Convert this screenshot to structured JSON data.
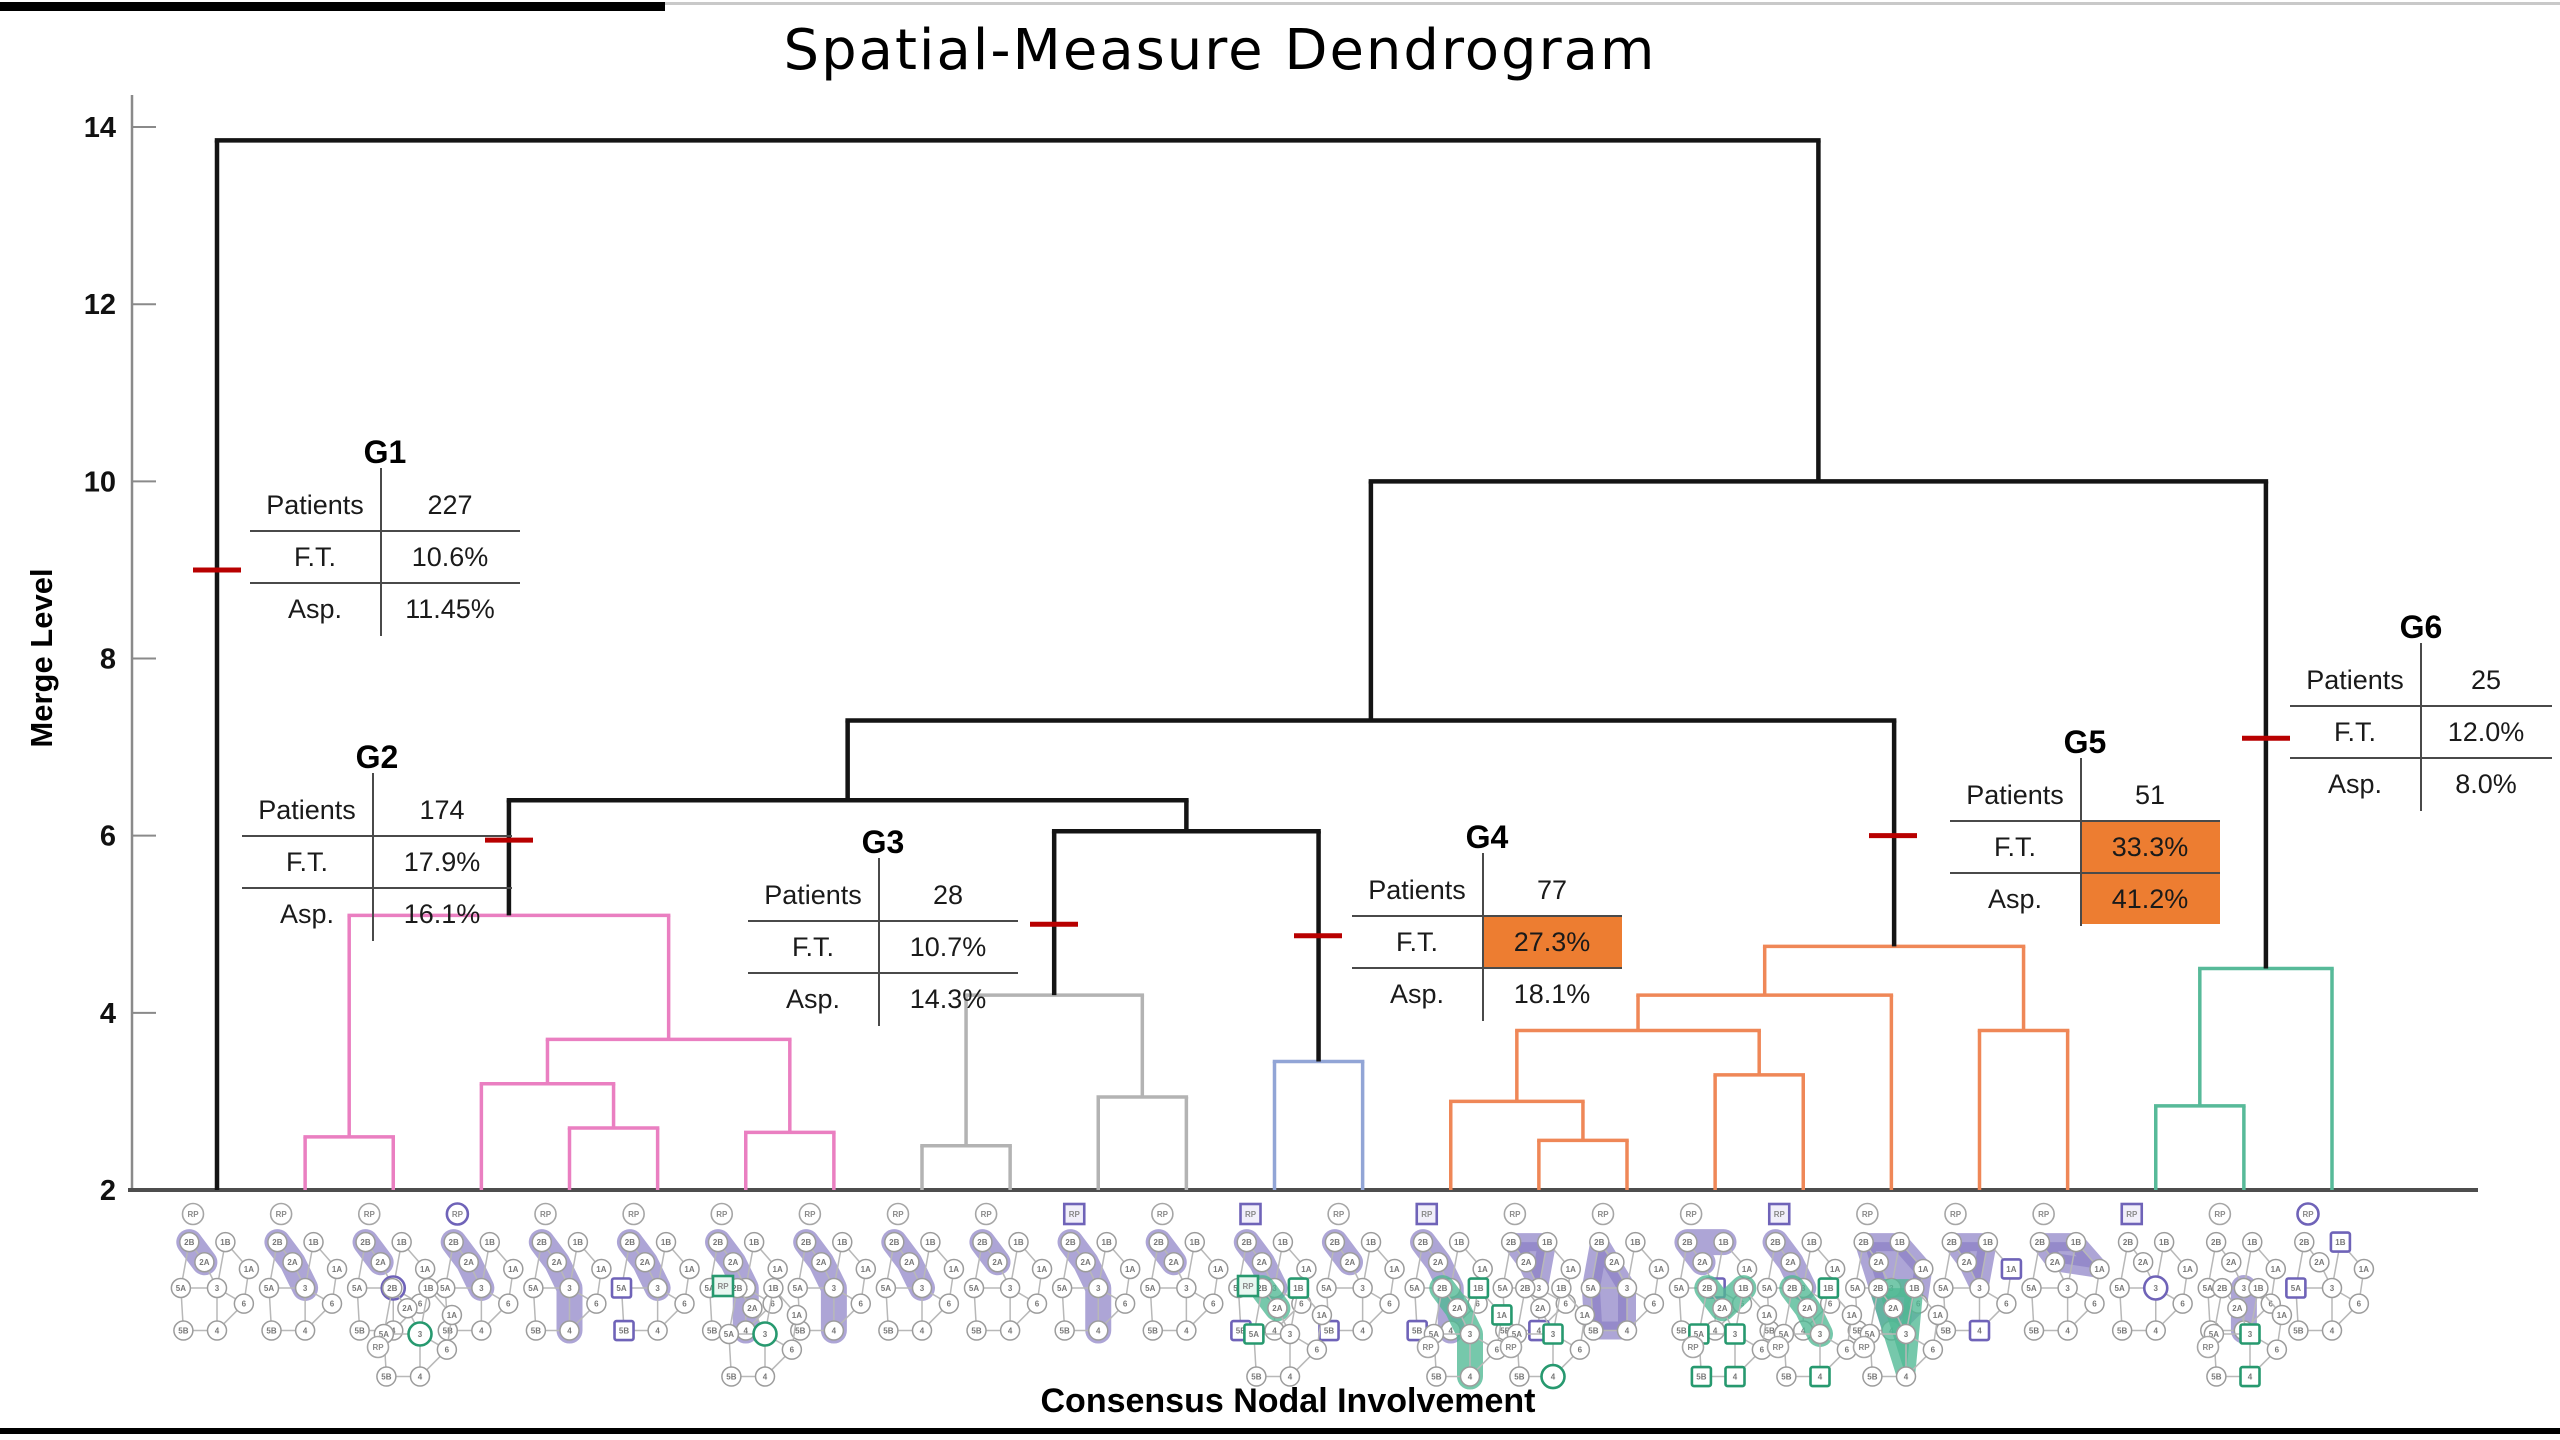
{
  "title": "Spatial-Measure Dendrogram",
  "chart_data": {
    "type": "dendrogram",
    "title": "Spatial-Measure Dendrogram",
    "xlabel": "Consensus Nodal Involvement",
    "ylabel": "Merge Level",
    "ylim": [
      2,
      14.8
    ],
    "yticks": [
      2,
      4,
      6,
      8,
      10,
      12,
      14
    ],
    "leaf_count": 25,
    "grid": false,
    "groups": [
      {
        "title": "G1",
        "cut_level": 9.0,
        "rows": [
          {
            "label": "Patients",
            "value": "227",
            "highlight": false
          },
          {
            "label": "F.T.",
            "value": "10.6%",
            "highlight": false
          },
          {
            "label": "Asp.",
            "value": "11.45%",
            "highlight": false
          }
        ]
      },
      {
        "title": "G2",
        "cut_level": 5.95,
        "rows": [
          {
            "label": "Patients",
            "value": "174",
            "highlight": false
          },
          {
            "label": "F.T.",
            "value": "17.9%",
            "highlight": false
          },
          {
            "label": "Asp.",
            "value": "16.1%",
            "highlight": false
          }
        ]
      },
      {
        "title": "G3",
        "cut_level": 5.0,
        "rows": [
          {
            "label": "Patients",
            "value": "28",
            "highlight": false
          },
          {
            "label": "F.T.",
            "value": "10.7%",
            "highlight": false
          },
          {
            "label": "Asp.",
            "value": "14.3%",
            "highlight": false
          }
        ]
      },
      {
        "title": "G4",
        "cut_level": 4.87,
        "rows": [
          {
            "label": "Patients",
            "value": "77",
            "highlight": false
          },
          {
            "label": "F.T.",
            "value": "27.3%",
            "highlight": true
          },
          {
            "label": "Asp.",
            "value": "18.1%",
            "highlight": false
          }
        ]
      },
      {
        "title": "G5",
        "cut_level": 6.0,
        "rows": [
          {
            "label": "Patients",
            "value": "51",
            "highlight": false
          },
          {
            "label": "F.T.",
            "value": "33.3%",
            "highlight": true
          },
          {
            "label": "Asp.",
            "value": "41.2%",
            "highlight": true
          }
        ]
      },
      {
        "title": "G6",
        "cut_level": 7.1,
        "rows": [
          {
            "label": "Patients",
            "value": "25",
            "highlight": false
          },
          {
            "label": "F.T.",
            "value": "12.0%",
            "highlight": false
          },
          {
            "label": "Asp.",
            "value": "8.0%",
            "highlight": false
          }
        ]
      }
    ],
    "cut_marks": [
      {
        "x": 217,
        "level": 9.0
      },
      {
        "x": 509,
        "level": 5.95
      },
      {
        "x": 1054,
        "level": 5.0
      },
      {
        "x": 1318,
        "level": 4.87
      },
      {
        "x": 1893,
        "level": 6.0
      },
      {
        "x": 2266,
        "level": 7.1
      }
    ],
    "colors": {
      "black": "#141414",
      "pink": "#ea7fc1",
      "gray": "#b3b3b3",
      "blue": "#92a5d6",
      "orange": "#ef8757",
      "green": "#57ba99",
      "highlight_cell": "#ed7d31",
      "cut_mark": "#b80000",
      "purple_node_highlight": "#6f63b8",
      "green_node_highlight": "#27996f"
    },
    "tree": {
      "level": 13.85,
      "color": "black",
      "children": [
        {
          "leaf": 0
        },
        {
          "level": 10.0,
          "color": "black",
          "children": [
            {
              "level": 7.3,
              "color": "black",
              "children": [
                {
                  "level": 6.4,
                  "color": "black",
                  "children": [
                    {
                      "level": 5.1,
                      "color": "pink",
                      "children": [
                        {
                          "level": 2.6,
                          "color": "pink",
                          "children": [
                            {
                              "leaf": 1
                            },
                            {
                              "leaf": 2
                            }
                          ]
                        },
                        {
                          "level": 3.7,
                          "color": "pink",
                          "children": [
                            {
                              "level": 3.2,
                              "color": "pink",
                              "children": [
                                {
                                  "leaf": 3
                                },
                                {
                                  "level": 2.7,
                                  "color": "pink",
                                  "children": [
                                    {
                                      "leaf": 4
                                    },
                                    {
                                      "leaf": 5
                                    }
                                  ]
                                }
                              ]
                            },
                            {
                              "level": 2.65,
                              "color": "pink",
                              "children": [
                                {
                                  "leaf": 6
                                },
                                {
                                  "leaf": 7
                                }
                              ]
                            }
                          ]
                        }
                      ]
                    },
                    {
                      "level": 6.05,
                      "color": "black",
                      "children": [
                        {
                          "level": 4.2,
                          "color": "gray",
                          "children": [
                            {
                              "level": 2.5,
                              "color": "gray",
                              "children": [
                                {
                                  "leaf": 8
                                },
                                {
                                  "leaf": 9
                                }
                              ]
                            },
                            {
                              "level": 3.05,
                              "color": "gray",
                              "children": [
                                {
                                  "leaf": 10
                                },
                                {
                                  "leaf": 11
                                }
                              ]
                            }
                          ]
                        },
                        {
                          "level": 3.45,
                          "color": "blue",
                          "children": [
                            {
                              "leaf": 12
                            },
                            {
                              "leaf": 13
                            }
                          ]
                        }
                      ]
                    }
                  ]
                },
                {
                  "level": 4.75,
                  "color": "orange",
                  "children": [
                    {
                      "level": 4.2,
                      "color": "orange",
                      "children": [
                        {
                          "level": 3.8,
                          "color": "orange",
                          "children": [
                            {
                              "level": 3.0,
                              "color": "orange",
                              "children": [
                                {
                                  "leaf": 14
                                },
                                {
                                  "level": 2.56,
                                  "color": "orange",
                                  "children": [
                                    {
                                      "leaf": 15
                                    },
                                    {
                                      "leaf": 16
                                    }
                                  ]
                                }
                              ]
                            },
                            {
                              "level": 3.3,
                              "color": "orange",
                              "children": [
                                {
                                  "leaf": 17
                                },
                                {
                                  "leaf": 18
                                }
                              ]
                            }
                          ]
                        },
                        {
                          "leaf": 19
                        }
                      ]
                    },
                    {
                      "level": 3.8,
                      "color": "orange",
                      "children": [
                        {
                          "leaf": 20
                        },
                        {
                          "leaf": 21
                        }
                      ]
                    }
                  ]
                }
              ]
            },
            {
              "level": 4.5,
              "color": "green",
              "children": [
                {
                  "level": 2.95,
                  "color": "green",
                  "children": [
                    {
                      "leaf": 22
                    },
                    {
                      "leaf": 23
                    }
                  ]
                },
                {
                  "leaf": 24
                }
              ]
            }
          ]
        }
      ]
    }
  },
  "glyph": {
    "node_labels": [
      "2B",
      "1B",
      "2A",
      "1A",
      "5A",
      "3",
      "6",
      "5B",
      "4"
    ],
    "marker_label": "RP"
  },
  "leaves": [
    {
      "marker": "c",
      "blob": [
        "2B",
        "2A"
      ]
    },
    {
      "marker": "c",
      "blob": [
        "2B",
        "2A",
        "3"
      ]
    },
    {
      "marker": "c",
      "blob": [
        "2B",
        "2A"
      ],
      "ring": [
        "3"
      ]
    },
    {
      "marker": "cp",
      "blob": [
        "2B",
        "2A",
        "3"
      ]
    },
    {
      "marker": "c",
      "blob": [
        "2B",
        "2A",
        "3",
        "4"
      ]
    },
    {
      "marker": "c",
      "blob": [
        "2B",
        "2A",
        "3"
      ],
      "sq": [
        "5A",
        "5B"
      ]
    },
    {
      "marker": "c",
      "blob": [
        "2B",
        "2A",
        "3",
        "4"
      ]
    },
    {
      "marker": "c",
      "blob": [
        "2B",
        "2A",
        "3",
        "4"
      ]
    },
    {
      "marker": "c",
      "blob": [
        "2B",
        "2A",
        "3"
      ]
    },
    {
      "marker": "c",
      "blob": [
        "2B",
        "2A"
      ]
    },
    {
      "marker": "sp",
      "blob": [
        "2B",
        "2A",
        "3",
        "4"
      ]
    },
    {
      "marker": "c",
      "blob": [
        "2B",
        "2A"
      ]
    },
    {
      "marker": "sp",
      "blob": [
        "2B",
        "2A",
        "3"
      ],
      "sq": [
        "5B"
      ]
    },
    {
      "marker": "c",
      "blob": [
        "2B",
        "2A"
      ],
      "sq": [
        "5B"
      ]
    },
    {
      "marker": "sp",
      "blob": [
        "2B",
        "2A",
        "3",
        "4"
      ],
      "sq": [
        "5B"
      ]
    },
    {
      "marker": "c",
      "patch": [
        "1B",
        "2B",
        "2A",
        "3"
      ],
      "sq": [
        "4"
      ]
    },
    {
      "marker": "c",
      "patch": [
        "2B",
        "3",
        "4",
        "5B",
        "5A"
      ]
    },
    {
      "marker": "c",
      "blob": [
        "1B",
        "2B",
        "2A"
      ],
      "sq": [
        "3"
      ]
    },
    {
      "marker": "sp",
      "blob": [
        "2B",
        "2A",
        "3"
      ]
    },
    {
      "marker": "c",
      "patch": [
        "2B",
        "1B",
        "1A",
        "6",
        "4"
      ]
    },
    {
      "marker": "c",
      "patch": [
        "1B",
        "2B",
        "2A",
        "3"
      ],
      "sq": [
        "1A",
        "4"
      ]
    },
    {
      "marker": "c",
      "patch": [
        "2B",
        "1B",
        "1A",
        "2A"
      ]
    },
    {
      "marker": "sp",
      "ring": [
        "3"
      ]
    },
    {
      "marker": "c",
      "blob": [
        "3",
        "4"
      ]
    },
    {
      "marker": "cp",
      "sq": [
        "5A",
        "1B"
      ]
    }
  ],
  "second_row": [
    {
      "x": 420,
      "marker": "c",
      "ring": [
        "3"
      ]
    },
    {
      "x": 765,
      "marker": "sg",
      "ring": [
        "3"
      ]
    },
    {
      "x": 1290,
      "marker": "sg",
      "blob": [
        "2B",
        "2A"
      ],
      "sq": [
        "1B",
        "5A"
      ]
    },
    {
      "x": 1470,
      "marker": "c",
      "blob": [
        "2B",
        "2A",
        "3",
        "4"
      ],
      "sq": [
        "1B",
        "1A"
      ]
    },
    {
      "x": 1553,
      "marker": "c",
      "sq": [
        "3"
      ],
      "ring": [
        "4"
      ]
    },
    {
      "x": 1735,
      "marker": "c",
      "blob": [
        "2B",
        "2A",
        "1B"
      ],
      "sq": [
        "5A",
        "3",
        "5B",
        "4"
      ]
    },
    {
      "x": 1820,
      "marker": "c",
      "blob": [
        "2B",
        "2A",
        "3"
      ],
      "sq": [
        "1B",
        "4"
      ]
    },
    {
      "x": 1906,
      "marker": "c",
      "patch": [
        "2B",
        "1B",
        "4"
      ]
    },
    {
      "x": 2250,
      "marker": "c",
      "sq": [
        "3",
        "4"
      ]
    }
  ]
}
